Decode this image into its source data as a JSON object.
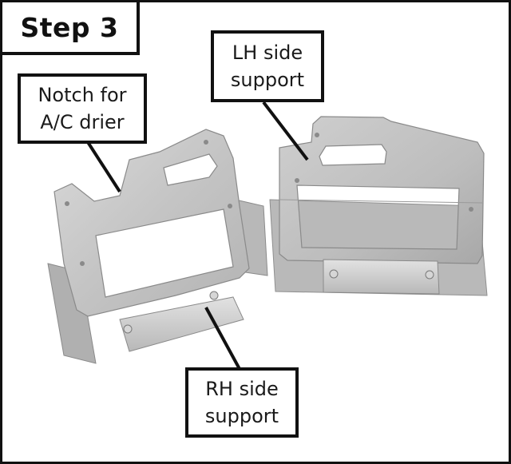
{
  "step": {
    "title": "Step 3"
  },
  "callouts": {
    "notch": {
      "line1": "Notch for",
      "line2": "A/C drier"
    },
    "lh": {
      "line1": "LH side",
      "line2": "support"
    },
    "rh": {
      "line1": "RH side",
      "line2": "support"
    }
  },
  "colors": {
    "border": "#111111",
    "metal": "#c9c9c9",
    "metal_dark": "#a9a9a9",
    "background": "#ffffff"
  }
}
